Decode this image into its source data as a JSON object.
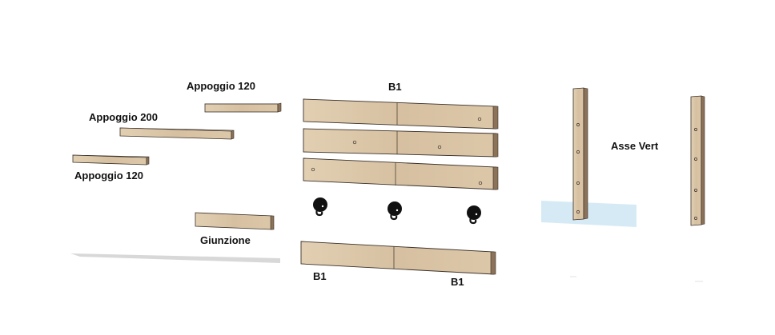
{
  "labels": {
    "appoggio_top": "Appoggio 120",
    "appoggio_mid": "Appoggio 200",
    "appoggio_bottom": "Appoggio 120",
    "giunzione": "Giunzione",
    "b1_top": "B1",
    "b1_bottom_left": "B1",
    "b1_bottom_right": "B1",
    "asse_vert": "Asse Vert"
  },
  "colors": {
    "wood_front": "#d9c4a6",
    "wood_top": "#ece0cd",
    "wood_end": "#8b7259",
    "outline": "#3a3028",
    "hook": "#111111",
    "highlight": "#cfe6f5",
    "shadow": "#d9d9d9"
  }
}
